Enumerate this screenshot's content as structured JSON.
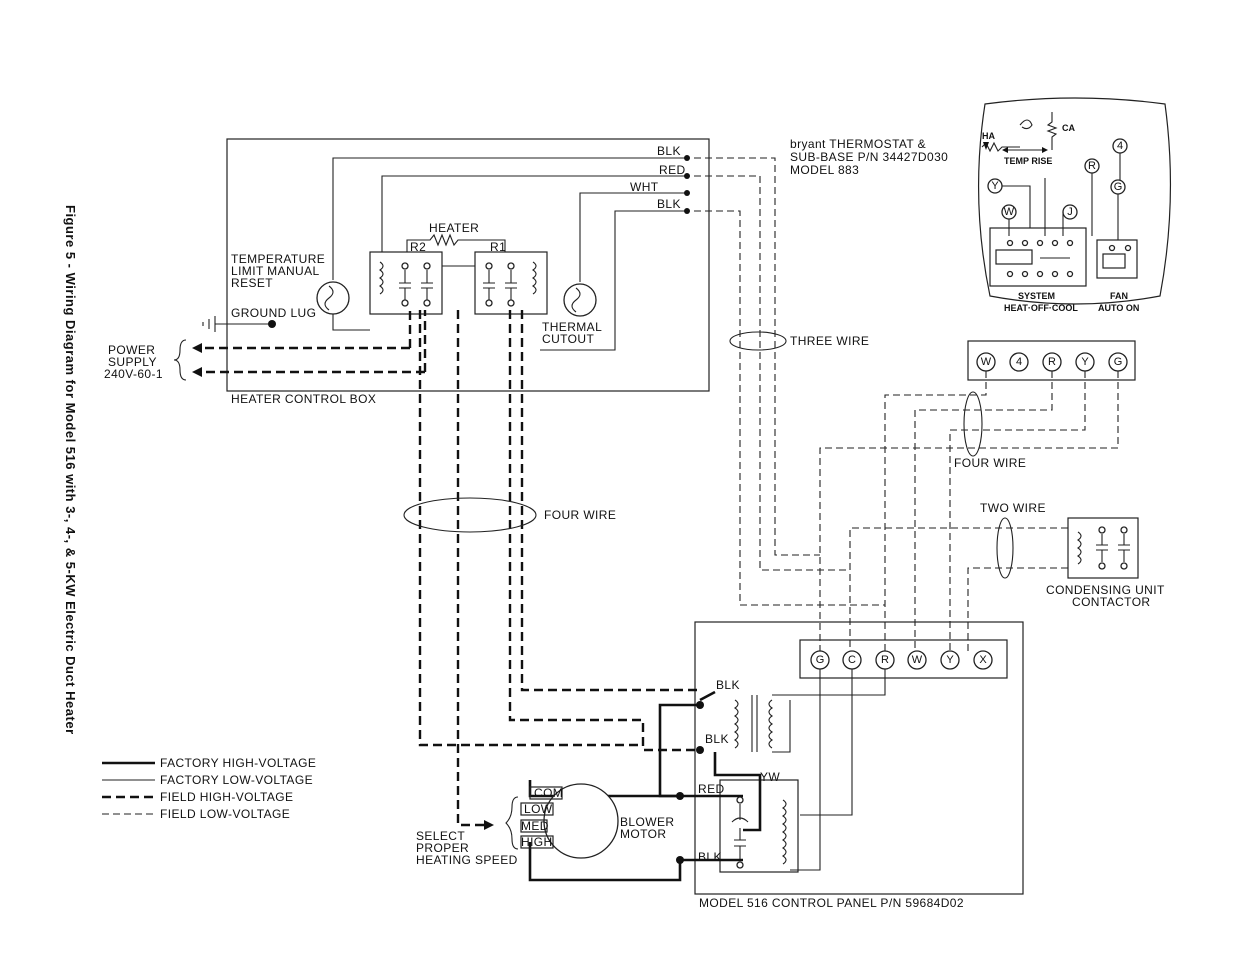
{
  "caption": "Figure 5 - Wiring Diagram for Model 516 with 3-, 4-, & 5-KW Electric Duct Heater",
  "heater_box": {
    "title": "HEATER CONTROL BOX",
    "heater": "HEATER",
    "r2": "R2",
    "r1": "R1",
    "temp_limit": [
      "TEMPERATURE",
      "LIMIT MANUAL",
      "RESET"
    ],
    "thermal_cutout": [
      "THERMAL",
      "CUTOUT"
    ],
    "ground_lug": "GROUND LUG",
    "wires": [
      "BLK",
      "RED",
      "WHT",
      "BLK"
    ]
  },
  "power_supply": [
    "POWER",
    "SUPPLY",
    "240V-60-1"
  ],
  "thermostat": {
    "title_line1": "bryant THERMOSTAT &",
    "title_line2": "SUB-BASE P/N 34427D030",
    "title_line3": "MODEL 883",
    "ha": "HA",
    "ca": "CA",
    "temp_rise": "TEMP RISE",
    "terminals": [
      "Y",
      "W",
      "J",
      "R",
      "4",
      "G"
    ],
    "system_label": "SYSTEM",
    "system_modes": "HEAT·OFF·COOL",
    "fan_label": "FAN",
    "fan_modes": "AUTO ON"
  },
  "strip_top": [
    "W",
    "4",
    "R",
    "Y",
    "G"
  ],
  "wire_labels": {
    "three_wire": "THREE WIRE",
    "four_wire_right": "FOUR WIRE",
    "four_wire_left": "FOUR WIRE",
    "two_wire": "TWO WIRE"
  },
  "contactor": [
    "CONDENSING UNIT",
    "CONTACTOR"
  ],
  "control_panel": {
    "title": "MODEL 516 CONTROL PANEL P/N 59684D02",
    "terminals": [
      "G",
      "C",
      "R",
      "W",
      "Y",
      "X"
    ],
    "blk_top": "BLK",
    "blk_mid": "BLK",
    "yw": "YW",
    "red": "RED",
    "blk_bot": "BLK"
  },
  "blower": {
    "com": "COM",
    "low": "LOW",
    "med": "MED",
    "high": "HIGH",
    "motor": [
      "BLOWER",
      "MOTOR"
    ],
    "select": [
      "SELECT",
      "PROPER",
      "HEATING SPEED"
    ]
  },
  "legend": [
    {
      "style": "factory-high",
      "label": "FACTORY HIGH-VOLTAGE"
    },
    {
      "style": "factory-low",
      "label": "FACTORY LOW-VOLTAGE"
    },
    {
      "style": "field-high",
      "label": "FIELD HIGH-VOLTAGE"
    },
    {
      "style": "field-low",
      "label": "FIELD LOW-VOLTAGE"
    }
  ]
}
